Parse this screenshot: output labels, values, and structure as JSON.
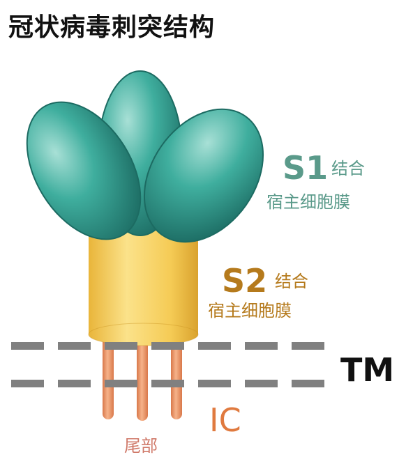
{
  "title": "冠状病毒刺突结构",
  "s1": {
    "label": "S1",
    "function_line1": "结合",
    "function_line2": "宿主细胞膜"
  },
  "s2": {
    "label": "S2",
    "function_line1": "结合",
    "function_line2": "宿主细胞膜"
  },
  "tm": {
    "label": "TM"
  },
  "ic": {
    "label": "IC"
  },
  "tail": {
    "label": "尾部"
  },
  "colors": {
    "s1": "#5a9a8a",
    "s2": "#b57a1c",
    "ic": "#e07a3f",
    "tail": "#d07a6a",
    "tm": "#111111",
    "membrane": "#808080",
    "lobe": "#2e9e8e",
    "stalk": "#f2c84b",
    "tail_rod": "#e9966a"
  }
}
